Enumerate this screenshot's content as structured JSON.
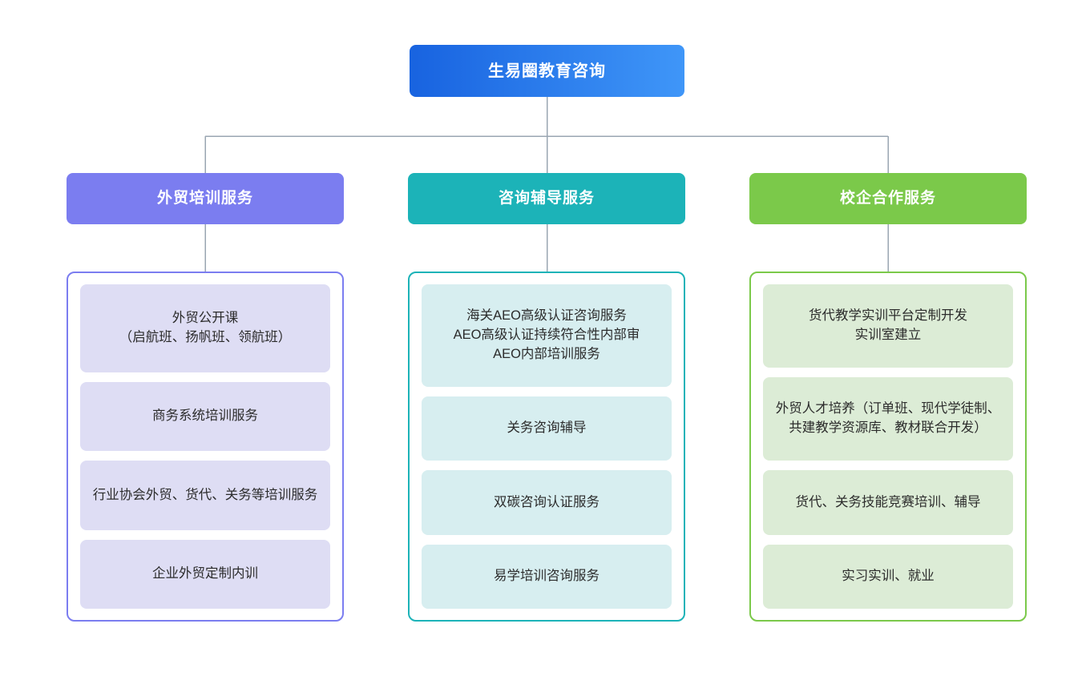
{
  "diagram": {
    "type": "org-chart",
    "orientation": "top-down",
    "levels": 3,
    "root": {
      "label": "生易圈教育咨询",
      "gradient_from": "#1863e0",
      "gradient_to": "#3f96f8",
      "text_color": "#ffffff"
    },
    "connector_color": "#9aa6b2",
    "branches": [
      {
        "label": "外贸培训服务",
        "accent": "#7b7df0",
        "item_fill": "#deddf4",
        "border": "#7b7df0",
        "header_text_color": "#ffffff",
        "items": [
          {
            "label": "外贸公开课\n（启航班、扬帆班、领航班）"
          },
          {
            "label": "商务系统培训服务"
          },
          {
            "label": "行业协会外贸、货代、关务等培训服务"
          },
          {
            "label": "企业外贸定制内训"
          }
        ]
      },
      {
        "label": "咨询辅导服务",
        "accent": "#1cb3b8",
        "item_fill": "#d7eef0",
        "border": "#1cb3b8",
        "header_text_color": "#ffffff",
        "items": [
          {
            "label": "海关AEO高级认证咨询服务\nAEO高级认证持续符合性内部审\nAEO内部培训服务"
          },
          {
            "label": "关务咨询辅导"
          },
          {
            "label": "双碳咨询认证服务"
          },
          {
            "label": "易学培训咨询服务"
          }
        ]
      },
      {
        "label": "校企合作服务",
        "accent": "#7bc94a",
        "item_fill": "#dcecd6",
        "border": "#7bc94a",
        "header_text_color": "#ffffff",
        "items": [
          {
            "label": "货代教学实训平台定制开发\n实训室建立"
          },
          {
            "label": "外贸人才培养（订单班、现代学徒制、共建教学资源库、教材联合开发）"
          },
          {
            "label": "货代、关务技能竞赛培训、辅导"
          },
          {
            "label": "实习实训、就业"
          }
        ]
      }
    ]
  }
}
